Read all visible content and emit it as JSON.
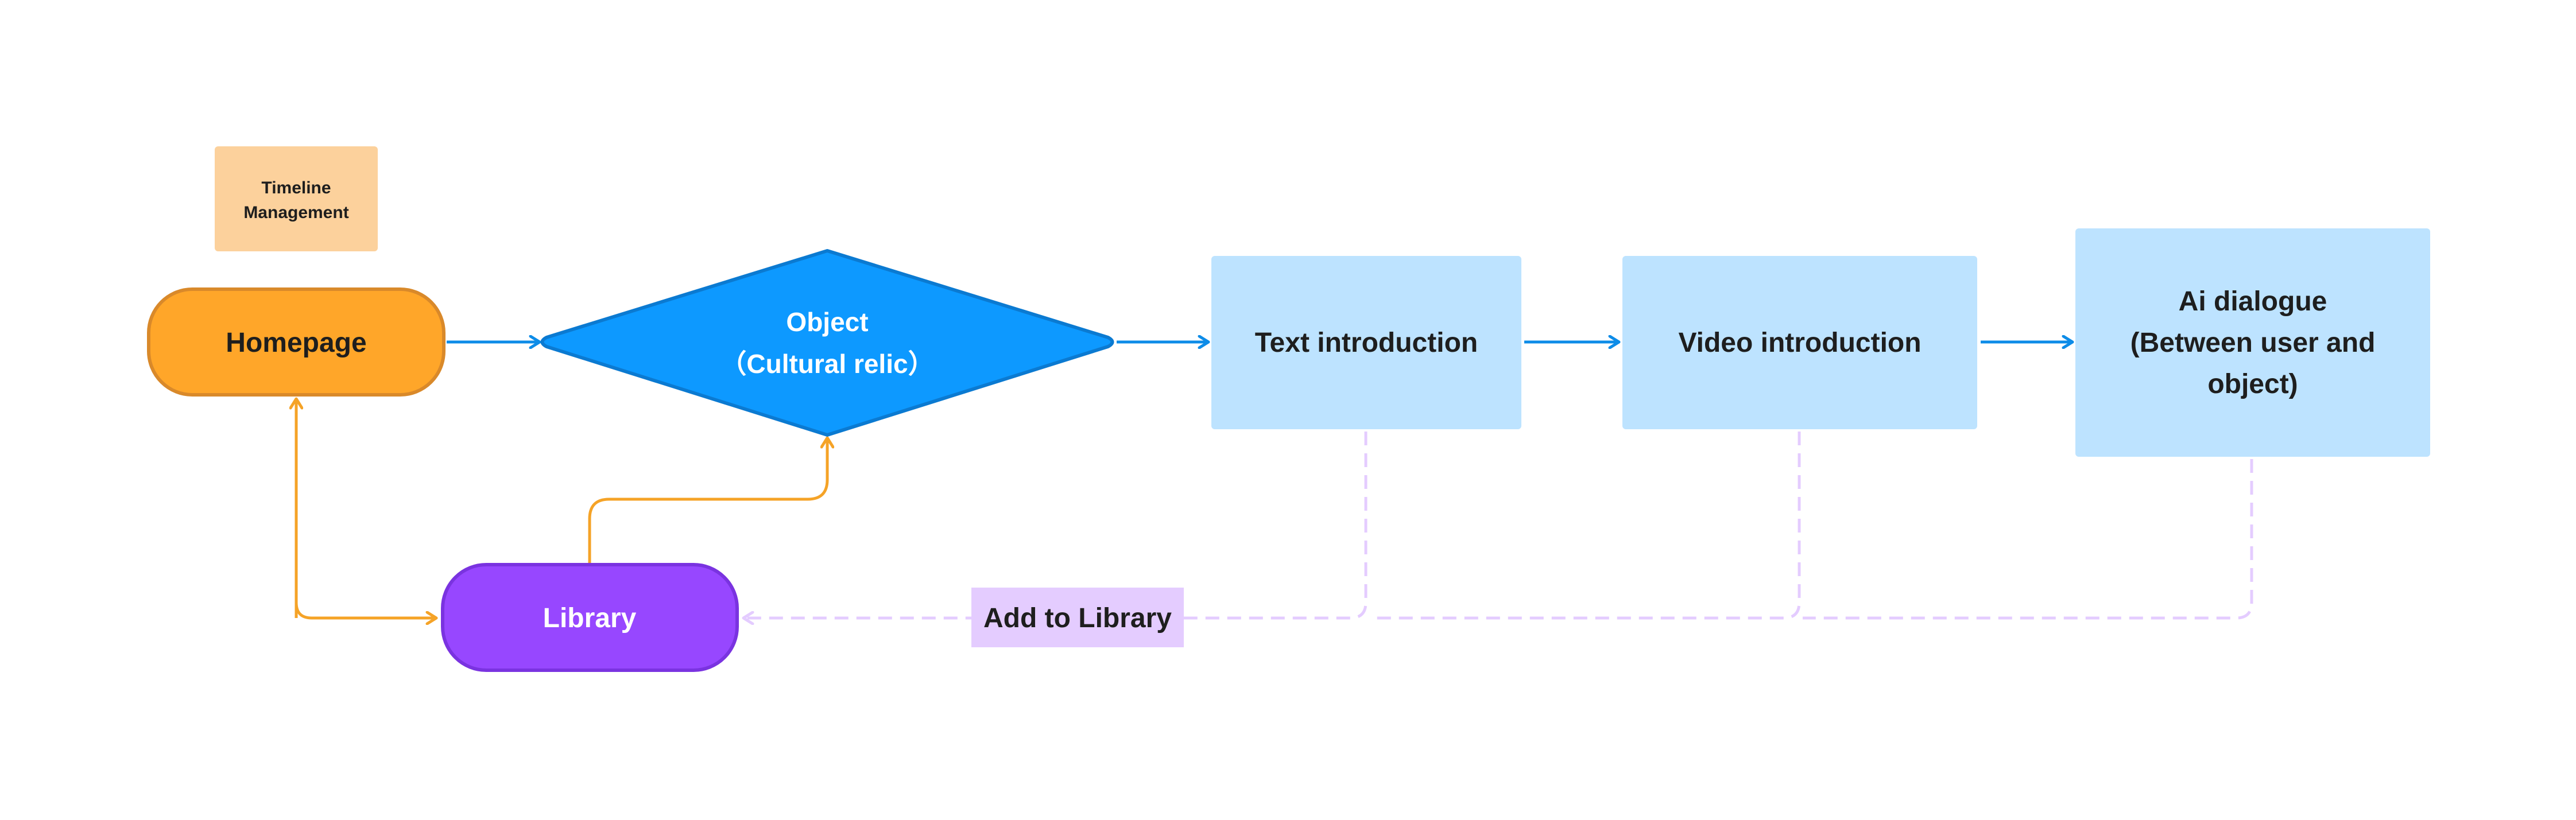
{
  "diagram": {
    "nodes": {
      "timeline": {
        "lines": [
          "Timeline",
          "Management"
        ]
      },
      "homepage": {
        "label": "Homepage"
      },
      "object": {
        "lines": [
          "Object",
          "（Cultural relic）"
        ]
      },
      "text_intro": {
        "label": "Text introduction"
      },
      "video_intro": {
        "label": "Video introduction"
      },
      "ai_dialogue": {
        "lines": [
          "Ai dialogue",
          "(Between user and",
          "object)"
        ]
      },
      "library": {
        "label": "Library"
      }
    },
    "edge_labels": {
      "add_to_library": "Add to Library"
    },
    "colors": {
      "timeline_fill": "#FCD19C",
      "homepage_fill": "#FFA629",
      "homepage_stroke": "#D9892A",
      "object_fill": "#0D99FF",
      "object_stroke": "#0B7AD1",
      "step_fill": "#BDE3FF",
      "library_fill": "#9747FF",
      "library_stroke": "#7A33E0",
      "add_label_fill": "#E4CCFF",
      "arrow_blue": "#0D8CE8",
      "arrow_orange": "#F5A327",
      "dash_purple": "#E4CCFF",
      "text_dark": "#1E1E1E",
      "text_light": "#FFFFFF"
    }
  }
}
